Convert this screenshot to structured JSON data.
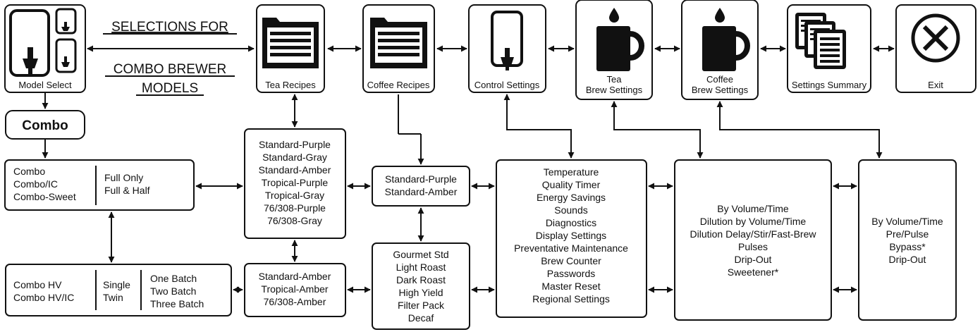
{
  "menu": {
    "model_select": "Model Select",
    "tea_recipes": "Tea Recipes",
    "coffee_recipes": "Coffee Recipes",
    "control_settings": "Control Settings",
    "tea_brew_settings": [
      "Tea",
      "Brew Settings"
    ],
    "coffee_brew_settings": [
      "Coffee",
      "Brew Settings"
    ],
    "settings_summary": "Settings Summary",
    "exit": "Exit"
  },
  "header_note": [
    "SELECTIONS FOR",
    "COMBO BREWER",
    "MODELS"
  ],
  "combo_label": "Combo",
  "combo_models": [
    "Combo",
    "Combo/IC",
    "Combo-Sweet"
  ],
  "combo_options": [
    "Full Only",
    "Full & Half"
  ],
  "hv_models": [
    "Combo HV",
    "Combo HV/IC"
  ],
  "hv_sizes": [
    "Single",
    "Twin"
  ],
  "hv_batches": [
    "One Batch",
    "Two Batch",
    "Three Batch"
  ],
  "tea_recipes_list": [
    "Standard-Purple",
    "Standard-Gray",
    "Standard-Amber",
    "Tropical-Purple",
    "Tropical-Gray",
    "76/308-Purple",
    "76/308-Gray"
  ],
  "tea_recipes_hv_list": [
    "Standard-Amber",
    "Tropical-Amber",
    "76/308-Amber"
  ],
  "coffee_recipes_list": [
    "Standard-Purple",
    "Standard-Amber"
  ],
  "coffee_recipes_hv_list": [
    "Gourmet Std",
    "Light Roast",
    "Dark Roast",
    "High Yield",
    "Filter Pack",
    "Decaf"
  ],
  "control_settings_list": [
    "Temperature",
    "Quality Timer",
    "Energy Savings",
    "Sounds",
    "Diagnostics",
    "Display Settings",
    "Preventative Maintenance",
    "Brew Counter",
    "Passwords",
    "Master Reset",
    "Regional Settings"
  ],
  "tea_brew_list": [
    "By Volume/Time",
    "Dilution by Volume/Time",
    "Dilution Delay/Stir/Fast-Brew",
    "Pulses",
    "Drip-Out",
    "Sweetener*"
  ],
  "coffee_brew_list": [
    "By Volume/Time",
    "Pre/Pulse",
    "Bypass*",
    "Drip-Out"
  ]
}
